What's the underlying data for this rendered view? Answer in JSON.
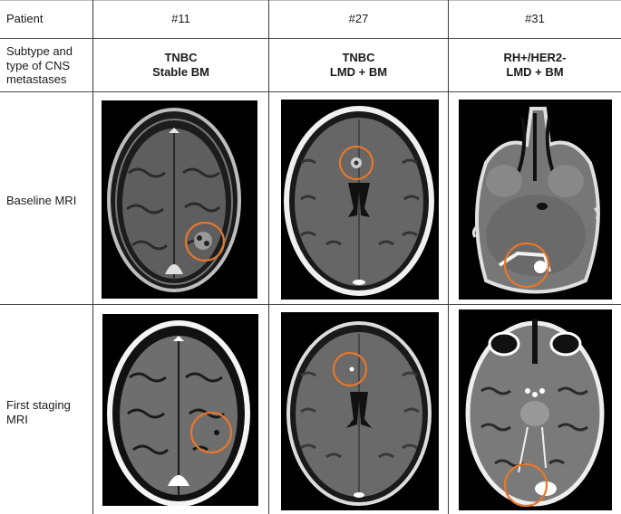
{
  "table": {
    "header": {
      "label": "Patient",
      "patients": [
        "#11",
        "#27",
        "#31"
      ]
    },
    "subtype_row": {
      "label_lines": [
        "Subtype and",
        "type of CNS",
        "metastases"
      ],
      "values": [
        {
          "line1": "TNBC",
          "line2": "Stable BM"
        },
        {
          "line1": "TNBC",
          "line2": "LMD + BM"
        },
        {
          "line1": "RH+/HER2-",
          "line2": "LMD + BM"
        }
      ]
    },
    "baseline_row": {
      "label": "Baseline MRI",
      "images": [
        {
          "desc": "Axial T1 post-contrast MRI, high convexity, ring-enhancing lesion in left posterior parietal region circled",
          "annotation": "orange circle"
        },
        {
          "desc": "Axial T1 post-contrast MRI at level of lateral ventricles, enhancing frontal lesion circled",
          "annotation": "orange circle"
        },
        {
          "desc": "Axial T1 post-contrast MRI at posterior fossa level, cerebellar leptomeningeal enhancement circled",
          "annotation": "orange circle"
        }
      ]
    },
    "staging_row": {
      "label_lines": [
        "First staging",
        "MRI"
      ],
      "images": [
        {
          "desc": "Axial T1 post-contrast MRI, high convexity, lesion region circled showing response",
          "annotation": "orange circle"
        },
        {
          "desc": "Axial T1 post-contrast MRI at ventricular level, smaller frontal lesion circled",
          "annotation": "orange circle"
        },
        {
          "desc": "Axial T1 post-contrast MRI at midbrain/orbit level, occipital/cerebellar region circled",
          "annotation": "orange circle"
        }
      ]
    }
  },
  "colors": {
    "annotation_circle": "#E8772A",
    "grid_line": "#3a3a3a",
    "background": "#ffffff"
  }
}
